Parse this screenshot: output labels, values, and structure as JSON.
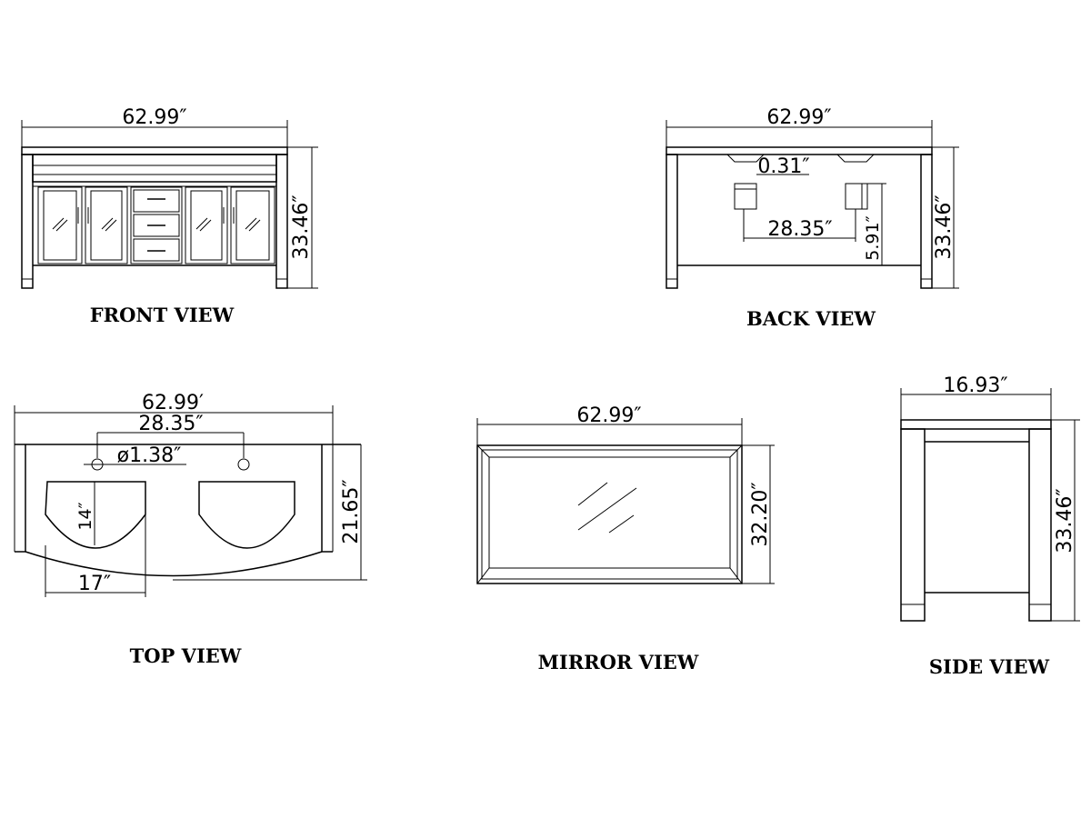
{
  "views": {
    "front": {
      "title": "FRONT VIEW",
      "width": "62.99″",
      "height": "33.46″"
    },
    "back": {
      "title": "BACK VIEW",
      "width": "62.99″",
      "height": "33.46″",
      "offset": "0.31″",
      "spacing": "28.35″",
      "drop": "5.91″"
    },
    "top": {
      "title": "TOP VIEW",
      "width": "62.99′",
      "spacing": "28.35″",
      "hole": "ø1.38″",
      "depth": "21.65″",
      "basin_depth": "14″",
      "basin_width": "17″"
    },
    "mirror": {
      "title": "MIRROR VIEW",
      "width": "62.99″",
      "height": "32.20″"
    },
    "side": {
      "title": "SIDE VIEW",
      "width": "16.93″",
      "height": "33.46″"
    }
  }
}
